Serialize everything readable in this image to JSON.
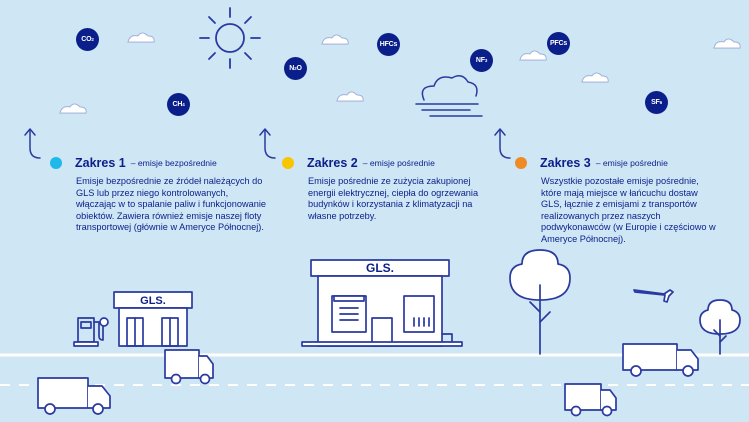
{
  "bubbles": {
    "co2": {
      "main": "CO",
      "sub": "2"
    },
    "ch4": {
      "main": "CH",
      "sub": "4"
    },
    "n2o": {
      "main": "N",
      "sub": "2",
      "tail": "O"
    },
    "hfcs": {
      "main": "HFCs"
    },
    "nf3": {
      "main": "NF",
      "sub": "3"
    },
    "pfcs": {
      "main": "PFCs"
    },
    "sf6": {
      "main": "SF",
      "sub": "6"
    }
  },
  "scopes": [
    {
      "title": "Zakres 1",
      "subtitle": "– emisje bezpośrednie",
      "dot_color": "#1fb8ea",
      "body": "Emisje bezpośrednie ze źródeł należących do GLS lub przez niego kontrolowanych, włączając w to spalanie paliw i funkcjonowanie obiektów. Zawiera również emisje naszej floty transportowej (głównie w Ameryce Północnej)."
    },
    {
      "title": "Zakres 2",
      "subtitle": "– emisje pośrednie",
      "dot_color": "#f7c600",
      "body": "Emisje pośrednie ze zużycia zakupionej energii elektrycznej, ciepła do ogrzewania budynków i korzystania z klimatyzacji na własne potrzeby."
    },
    {
      "title": "Zakres 3",
      "subtitle": "– emisje pośrednie",
      "dot_color": "#f08a24",
      "body": "Wszystkie pozostałe emisje pośrednie, które mają miejsce w łańcuchu dostaw GLS, łącznie z emisjami z transportów realizowanych przez naszych podwykonawców (w Europie i częściowo w Ameryce Północnej)."
    }
  ],
  "buildings": {
    "small_logo": "GLS.",
    "large_logo": "GLS."
  },
  "colors": {
    "background": "#cfe6f5",
    "navy": "#0b1f8a",
    "line": "#2a3aa0"
  }
}
